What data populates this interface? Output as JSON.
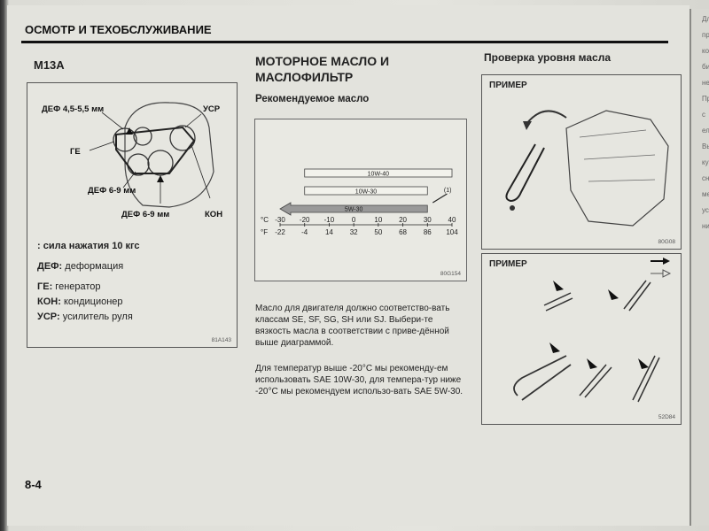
{
  "header": {
    "title": "ОСМОТР И ТЕХОБСЛУЖИВАНИЕ"
  },
  "col1": {
    "title": "М13А",
    "labels": {
      "def1": "ДЕФ 4,5-5,5 мм",
      "usr": "УСР",
      "ge": "ГЕ",
      "def2": "ДЕФ 6-9 мм",
      "def3": "ДЕФ 6-9 мм",
      "kon": "КОН"
    },
    "legend": {
      "force": ": сила нажатия 10 кгс",
      "def_key": "ДЕФ:",
      "def_val": " деформация",
      "ge_key": "ГЕ:",
      "ge_val": " генератор",
      "kon_key": "КОН:",
      "kon_val": " кондиционер",
      "usr_key": "УСР:",
      "usr_val": " усилитель руля"
    },
    "code": "81A143"
  },
  "col2": {
    "title": "МОТОРНОЕ МАСЛО И МАСЛОФИЛЬТР",
    "subtitle": "Рекомендуемое масло",
    "code": "80G154",
    "para1": "Масло для двигателя должно соответство-вать классам SE, SF, SG, SH или SJ. Выбери-те вязкость масла в соответствии с приве-дённой выше диаграммой.",
    "para2": "Для температур выше -20°C мы рекоменду-ем использовать SAE 10W-30, для темпера-тур ниже -20°C мы рекомендуем использо-вать SAE 5W-30."
  },
  "chart_data": {
    "type": "bar",
    "categories": [
      "10W-40",
      "10W-30",
      "5W-30"
    ],
    "series": [
      {
        "values": [
          [
            -20,
            40
          ],
          [
            -20,
            30
          ],
          [
            -30,
            30
          ]
        ]
      }
    ],
    "annotation": "(1)",
    "x_celsius": [
      -30,
      -20,
      -10,
      0,
      10,
      20,
      30,
      40
    ],
    "x_fahrenheit": [
      -22,
      -4,
      14,
      32,
      50,
      68,
      86,
      104
    ],
    "xlabel_c": "°C",
    "xlabel_f": "°F",
    "xlim": [
      -30,
      40
    ]
  },
  "col3": {
    "title": "Проверка уровня масла",
    "box1_label": "ПРИМЕР",
    "box1_code": "80G08",
    "box2_label": "ПРИМЕР",
    "box2_code": "52D84"
  },
  "page_number": "8-4",
  "next_page_fragments": [
    "Дл",
    "пр",
    "ко",
    "би",
    "не",
    "Пр",
    "с",
    "ел",
    "Вь",
    "ку",
    "сн",
    "ме",
    "ус",
    "ни"
  ]
}
